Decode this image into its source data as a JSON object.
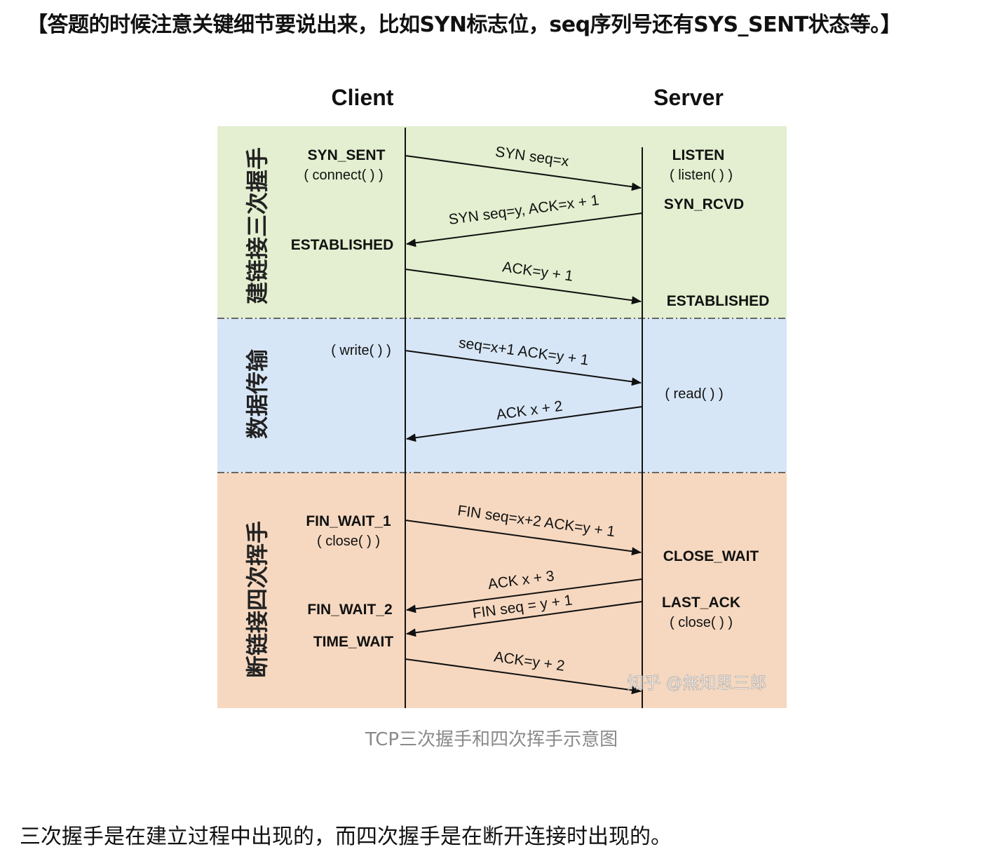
{
  "headline": "【答题的时候注意关键细节要说出来，比如SYN标志位，seq序列号还有SYS_SENT状态等。】",
  "figure": {
    "client_label": "Client",
    "server_label": "Server",
    "sections": [
      {
        "title": "建链接三次握手",
        "color": "#e3efd0"
      },
      {
        "title": "数据传输",
        "color": "#d7e6f6"
      },
      {
        "title": "断链接四次挥手",
        "color": "#f6d8c0"
      }
    ],
    "client_states": {
      "syn_sent": "SYN_SENT",
      "connect": "( connect( ) )",
      "established": "ESTABLISHED",
      "write": "( write( ) )",
      "fin_wait_1": "FIN_WAIT_1",
      "close": "( close( ) )",
      "fin_wait_2": "FIN_WAIT_2",
      "time_wait": "TIME_WAIT"
    },
    "server_states": {
      "listen": "LISTEN",
      "listen_call": "( listen( ) )",
      "syn_rcvd": "SYN_RCVD",
      "established": "ESTABLISHED",
      "read": "( read( ) )",
      "close_wait": "CLOSE_WAIT",
      "last_ack": "LAST_ACK",
      "close": "( close( ) )"
    },
    "messages": [
      {
        "label": "SYN seq=x",
        "direction": "client-to-server"
      },
      {
        "label": "SYN seq=y, ACK=x + 1",
        "direction": "server-to-client"
      },
      {
        "label": "ACK=y + 1",
        "direction": "client-to-server"
      },
      {
        "label": "seq=x+1 ACK=y + 1",
        "direction": "client-to-server"
      },
      {
        "label": "ACK x + 2",
        "direction": "server-to-client"
      },
      {
        "label": "FIN seq=x+2 ACK=y + 1",
        "direction": "client-to-server"
      },
      {
        "label": "ACK x + 3",
        "direction": "server-to-client"
      },
      {
        "label": "FIN seq = y + 1",
        "direction": "server-to-client"
      },
      {
        "label": "ACK=y + 2",
        "direction": "client-to-server"
      }
    ],
    "watermark": "知乎 @無知思三郎"
  },
  "caption": "TCP三次握手和四次挥手示意图",
  "body_text": "三次握手是在建立过程中出现的，而四次握手是在断开连接时出现的。"
}
